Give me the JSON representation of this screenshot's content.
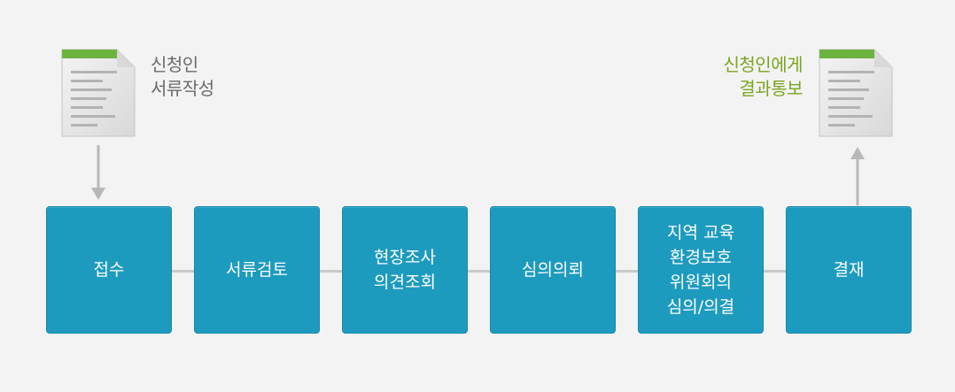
{
  "start": {
    "icon": "document-icon",
    "label_lines": [
      "신청인",
      "서류작성"
    ]
  },
  "end": {
    "icon": "document-icon",
    "label_lines": [
      "신청인에게",
      "결과통보"
    ]
  },
  "steps": [
    {
      "lines": [
        "접수"
      ]
    },
    {
      "lines": [
        "서류검토"
      ]
    },
    {
      "lines": [
        "현장조사",
        "의견조회"
      ]
    },
    {
      "lines": [
        "심의의뢰"
      ]
    },
    {
      "lines": [
        "지역 교육",
        "환경보호",
        "위원회의",
        "심의/의결"
      ]
    },
    {
      "lines": [
        "결재"
      ]
    }
  ],
  "colors": {
    "step_fill": "#1d9bbf",
    "connector": "#c9c9c9",
    "start_label": "#6b6b6b",
    "end_label": "#7aa51f",
    "doc_band": "#6db33f",
    "arrow": "#b8b8b8"
  }
}
